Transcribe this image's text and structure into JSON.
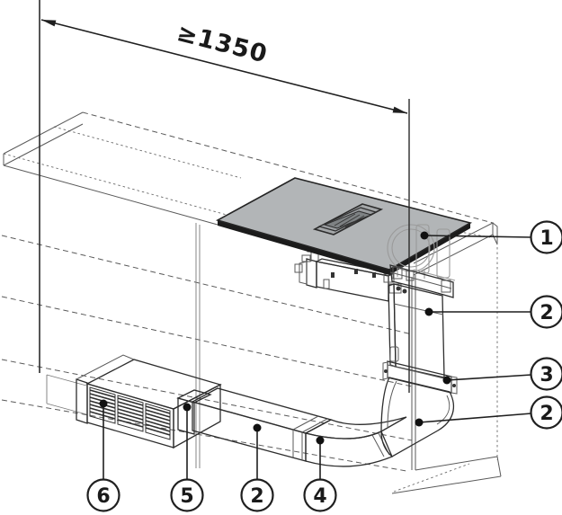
{
  "figure": {
    "type": "installation-diagram",
    "dimension_label": "≥1350"
  },
  "callouts": {
    "right": [
      {
        "number": "1"
      },
      {
        "number": "2"
      },
      {
        "number": "3"
      },
      {
        "number": "2"
      }
    ],
    "bottom": [
      {
        "number": "6"
      },
      {
        "number": "5"
      },
      {
        "number": "2"
      },
      {
        "number": "4"
      }
    ]
  },
  "colors": {
    "background": "#ffffff",
    "line": "#2e2e2e",
    "hob_top": "#b2b5b7",
    "hob_edge": "#1b1b1b",
    "grille_dark": "#7e8284",
    "duct_front": "#eef0f0",
    "duct_top": "#dfe1e1",
    "elbow": "#ececec",
    "box_top": "#aaadaf",
    "box_front": "#cfd2d3",
    "box_end": "#e2e4e4"
  }
}
